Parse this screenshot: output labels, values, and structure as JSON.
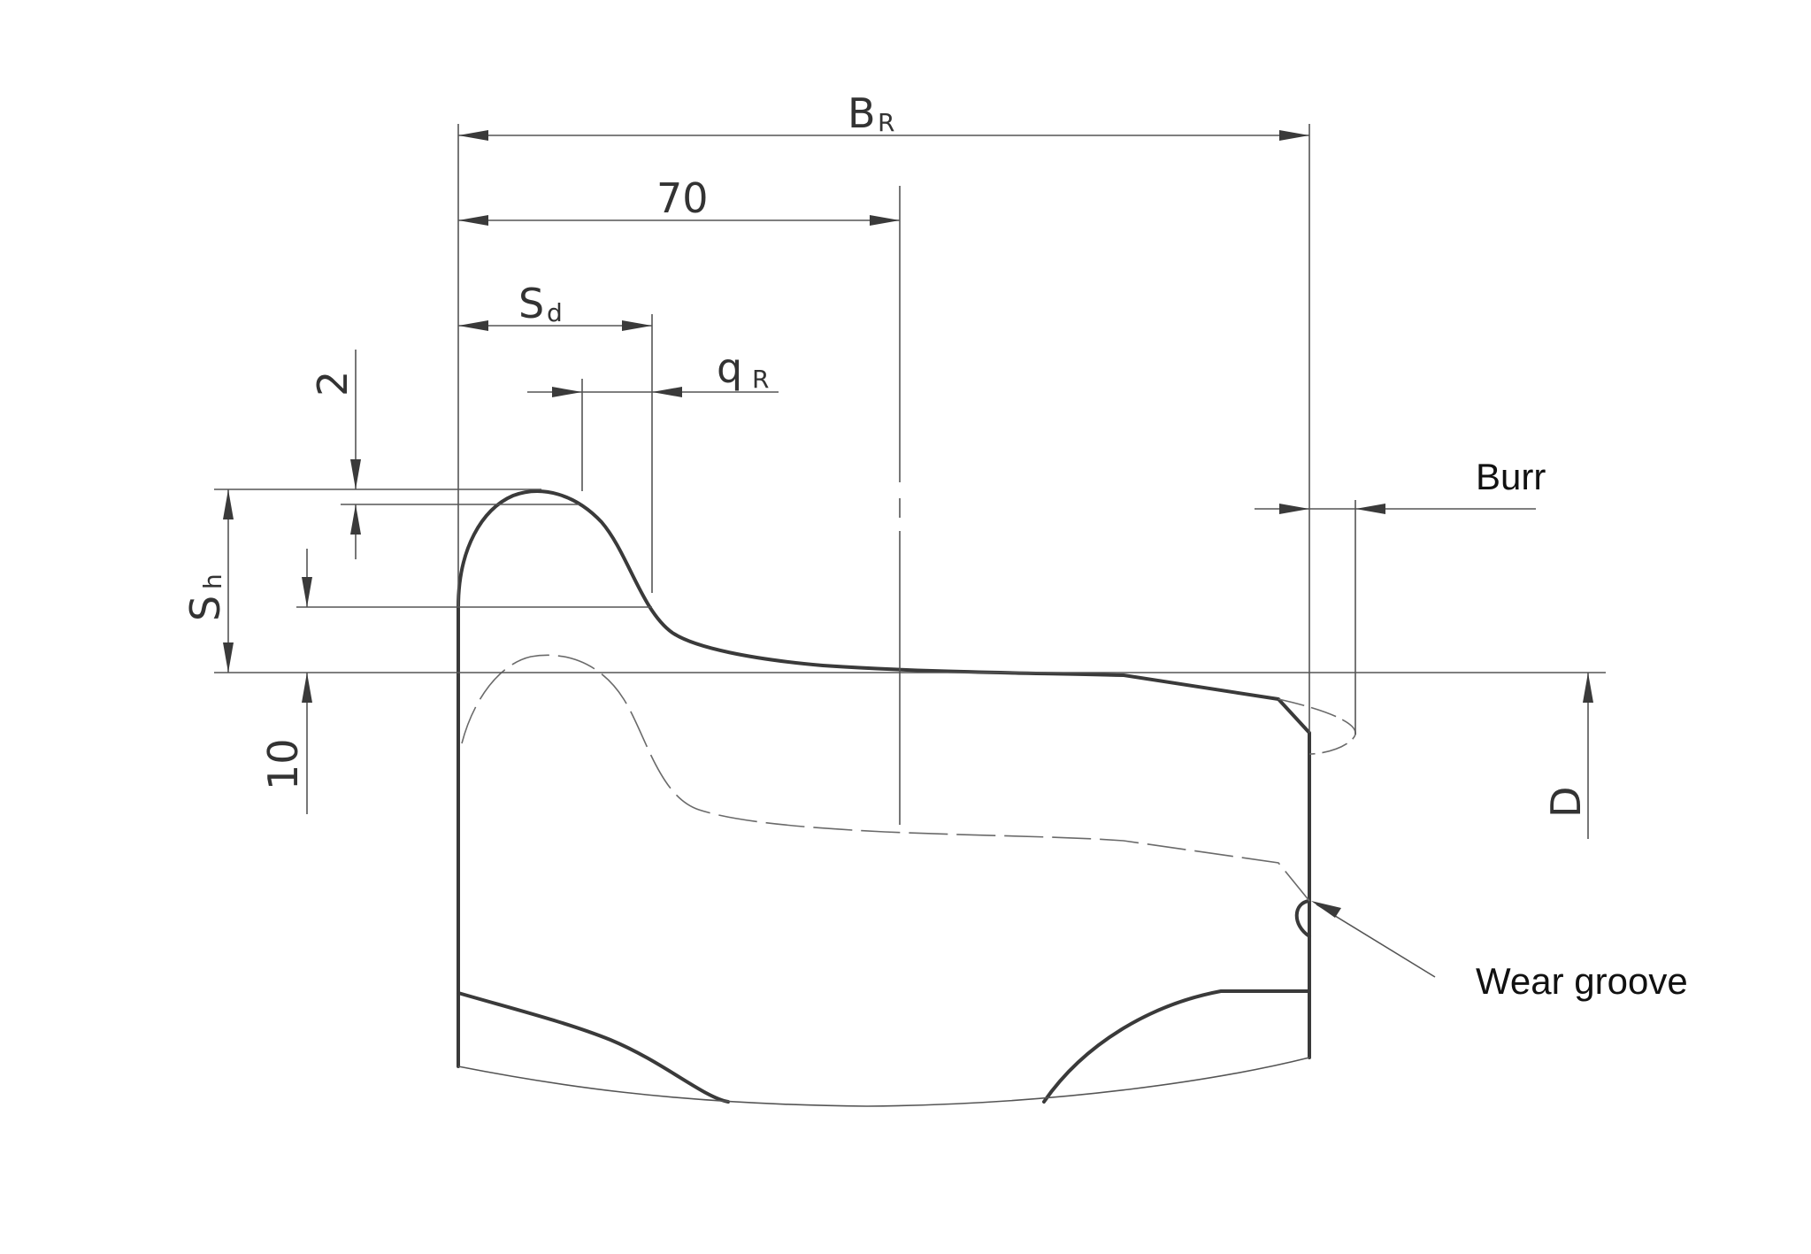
{
  "labels": {
    "br_main": "B",
    "br_sub": "R",
    "dim_70": "70",
    "sd_main": "S",
    "sd_sub": "d",
    "qr_main": "q",
    "qr_sub": "R",
    "dim_2": "2",
    "sh_main": "S",
    "sh_sub": "h",
    "dim_10": "10",
    "d_label": "D",
    "burr": "Burr",
    "wear_groove": "Wear groove"
  }
}
